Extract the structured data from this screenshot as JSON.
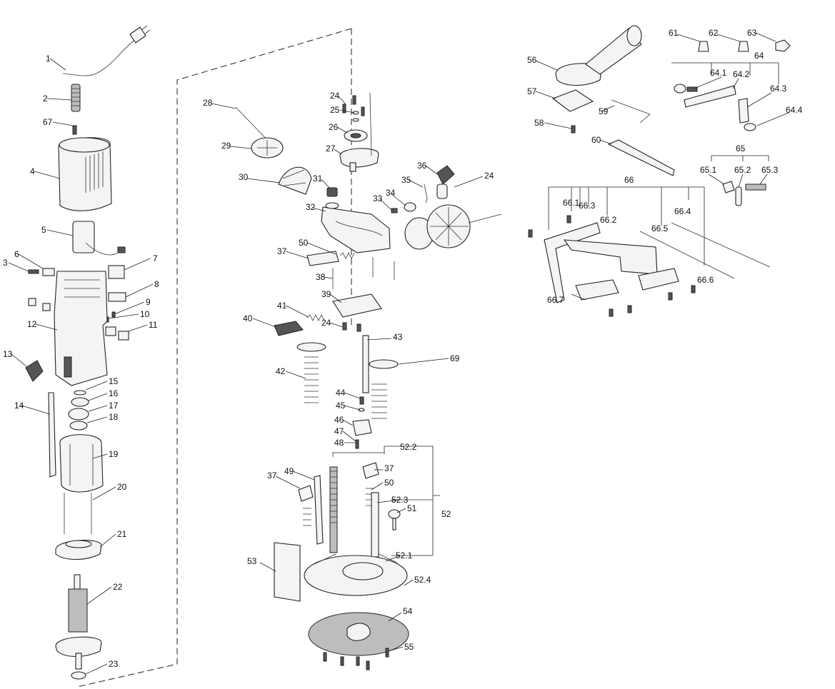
{
  "callouts": [
    {
      "id": "c1",
      "text": "1"
    },
    {
      "id": "c2",
      "text": "2"
    },
    {
      "id": "c67",
      "text": "67"
    },
    {
      "id": "c4",
      "text": "4"
    },
    {
      "id": "c5",
      "text": "5"
    },
    {
      "id": "c6",
      "text": "6"
    },
    {
      "id": "c3",
      "text": "3"
    },
    {
      "id": "c7",
      "text": "7"
    },
    {
      "id": "c8",
      "text": "8"
    },
    {
      "id": "c9",
      "text": "9"
    },
    {
      "id": "c10",
      "text": "10"
    },
    {
      "id": "c11",
      "text": "11"
    },
    {
      "id": "c12",
      "text": "12"
    },
    {
      "id": "c13",
      "text": "13"
    },
    {
      "id": "c14",
      "text": "14"
    },
    {
      "id": "c15",
      "text": "15"
    },
    {
      "id": "c16",
      "text": "16"
    },
    {
      "id": "c17",
      "text": "17"
    },
    {
      "id": "c18",
      "text": "18"
    },
    {
      "id": "c19",
      "text": "19"
    },
    {
      "id": "c20",
      "text": "20"
    },
    {
      "id": "c21",
      "text": "21"
    },
    {
      "id": "c22",
      "text": "22"
    },
    {
      "id": "c23",
      "text": "23"
    },
    {
      "id": "c28",
      "text": "28"
    },
    {
      "id": "c29",
      "text": "29"
    },
    {
      "id": "c30",
      "text": "30"
    },
    {
      "id": "c24a",
      "text": "24"
    },
    {
      "id": "c25",
      "text": "25"
    },
    {
      "id": "c26",
      "text": "26"
    },
    {
      "id": "c27",
      "text": "27"
    },
    {
      "id": "c31",
      "text": "31"
    },
    {
      "id": "c32",
      "text": "32"
    },
    {
      "id": "c33",
      "text": "33"
    },
    {
      "id": "c34",
      "text": "34"
    },
    {
      "id": "c35",
      "text": "35"
    },
    {
      "id": "c36",
      "text": "36"
    },
    {
      "id": "c24b",
      "text": "24"
    },
    {
      "id": "c50a",
      "text": "50"
    },
    {
      "id": "c37a",
      "text": "37"
    },
    {
      "id": "c38",
      "text": "38"
    },
    {
      "id": "c39",
      "text": "39"
    },
    {
      "id": "c41",
      "text": "41"
    },
    {
      "id": "c40",
      "text": "40"
    },
    {
      "id": "c24c",
      "text": "24"
    },
    {
      "id": "c43",
      "text": "43"
    },
    {
      "id": "c42",
      "text": "42"
    },
    {
      "id": "c69",
      "text": "69"
    },
    {
      "id": "c44",
      "text": "44"
    },
    {
      "id": "c45",
      "text": "45"
    },
    {
      "id": "c46",
      "text": "46"
    },
    {
      "id": "c47",
      "text": "47"
    },
    {
      "id": "c48",
      "text": "48"
    },
    {
      "id": "c522",
      "text": "52.2"
    },
    {
      "id": "c37b",
      "text": "37"
    },
    {
      "id": "c49",
      "text": "49"
    },
    {
      "id": "c37c",
      "text": "37"
    },
    {
      "id": "c50b",
      "text": "50"
    },
    {
      "id": "c523",
      "text": "52.3"
    },
    {
      "id": "c51",
      "text": "51"
    },
    {
      "id": "c52",
      "text": "52"
    },
    {
      "id": "c53",
      "text": "53"
    },
    {
      "id": "c521",
      "text": "52.1"
    },
    {
      "id": "c524",
      "text": "52.4"
    },
    {
      "id": "c54",
      "text": "54"
    },
    {
      "id": "c55",
      "text": "55"
    },
    {
      "id": "c56",
      "text": "56"
    },
    {
      "id": "c57",
      "text": "57"
    },
    {
      "id": "c58",
      "text": "58"
    },
    {
      "id": "c59",
      "text": "59"
    },
    {
      "id": "c60",
      "text": "60"
    },
    {
      "id": "c61",
      "text": "61"
    },
    {
      "id": "c62",
      "text": "62"
    },
    {
      "id": "c63",
      "text": "63"
    },
    {
      "id": "c64",
      "text": "64"
    },
    {
      "id": "c641",
      "text": "64.1"
    },
    {
      "id": "c642",
      "text": "64.2"
    },
    {
      "id": "c643",
      "text": "64.3"
    },
    {
      "id": "c644",
      "text": "64.4"
    },
    {
      "id": "c65",
      "text": "65"
    },
    {
      "id": "c651",
      "text": "65.1"
    },
    {
      "id": "c652",
      "text": "65.2"
    },
    {
      "id": "c653",
      "text": "65.3"
    },
    {
      "id": "c66",
      "text": "66"
    },
    {
      "id": "c661",
      "text": "66.1"
    },
    {
      "id": "c663",
      "text": "66.3"
    },
    {
      "id": "c662",
      "text": "66.2"
    },
    {
      "id": "c664",
      "text": "66.4"
    },
    {
      "id": "c665",
      "text": "66.5"
    },
    {
      "id": "c666",
      "text": "66.6"
    },
    {
      "id": "c667",
      "text": "66.7"
    }
  ]
}
